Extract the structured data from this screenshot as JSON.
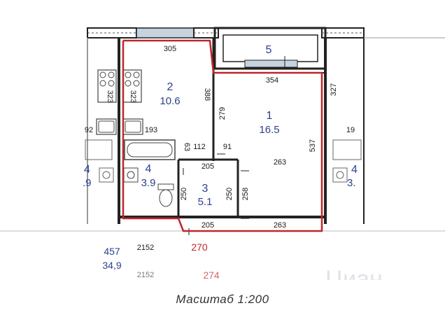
{
  "plan": {
    "rooms": [
      {
        "number": "1",
        "area": "16.5"
      },
      {
        "number": "2",
        "area": "10.6"
      },
      {
        "number": "3",
        "area": "5.1"
      },
      {
        "number": "4",
        "area": "3.9"
      },
      {
        "number": "5"
      }
    ],
    "dimensions": {
      "d305": "305",
      "d354": "354",
      "d327": "327",
      "d388": "388",
      "d279": "279",
      "d537": "537",
      "d323a": "323",
      "d323b": "323",
      "d193": "193",
      "d92": "92",
      "d19": "19",
      "d63": "63",
      "d112": "112",
      "d91": "91",
      "d205top": "205",
      "d263top": "263",
      "d250a": "250",
      "d250b": "250",
      "d258": "258",
      "d205bot": "205",
      "d263bot": "263",
      "d2152": "2152",
      "d2152b": "2152"
    },
    "neighbors": {
      "left_room": "4",
      "left_area": ".9",
      "right_room": "4",
      "right_area": "3."
    },
    "apartment": {
      "number": "457",
      "area": "34,9"
    },
    "apartment_red": "270",
    "apartment_red_next": "274",
    "watermark": "Циан"
  },
  "scale_label": "Масштаб 1:200",
  "colors": {
    "wall": "#222222",
    "outline": "#c0262b",
    "room_text": "#2b3f8f",
    "window": "#b9c9d6"
  }
}
